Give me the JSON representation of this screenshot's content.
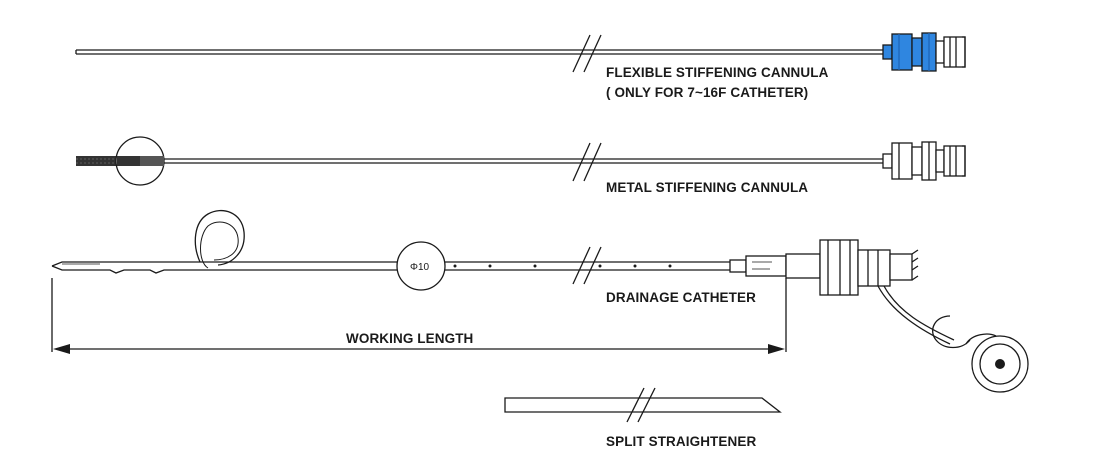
{
  "labels": {
    "flexible_cannula_line1": "FLEXIBLE STIFFENING CANNULA",
    "flexible_cannula_line2": "( ONLY FOR 7~16F CATHETER)",
    "metal_cannula": "METAL STIFFENING CANNULA",
    "drainage_catheter": "DRAINAGE CATHETER",
    "working_length": "WORKING LENGTH",
    "split_straightener": "SPLIT STRAIGHTENER"
  },
  "callouts": {
    "diameter": "Φ10"
  },
  "colors": {
    "line": "#1a1a1a",
    "hub_blue": "#2f86e0",
    "hub_blue_dark": "#1f66b8"
  }
}
